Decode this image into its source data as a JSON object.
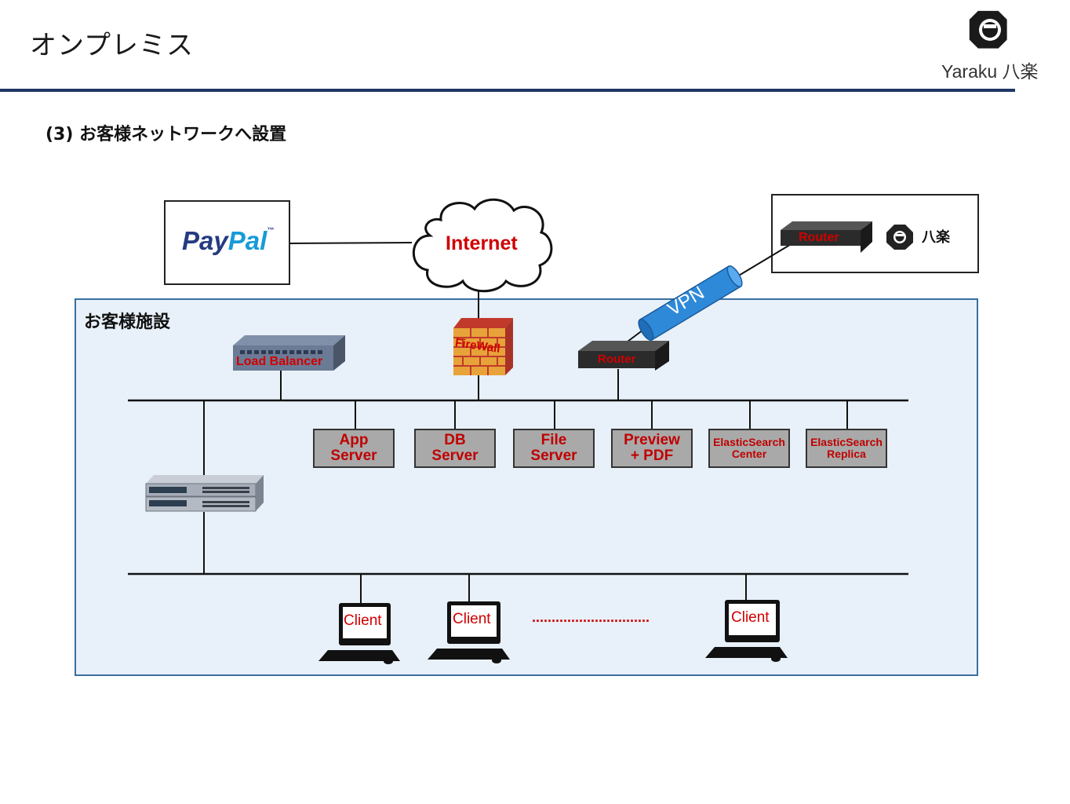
{
  "header": {
    "title": "オンプレミス",
    "logo_text": "Yaraku 八楽"
  },
  "subtitle": "(3) お客様ネットワークへ設置",
  "diagram": {
    "paypal": {
      "part1": "Pay",
      "part2": "Pal",
      "tm": "™"
    },
    "internet_label": "Internet",
    "hq": {
      "router_label": "Router",
      "company_label": "八楽"
    },
    "vpn_label": "VPN",
    "facility_label": "お客様施設",
    "load_balancer_label": "Load Balancer",
    "firewall_label": "FireWall",
    "router_label": "Router",
    "servers": [
      {
        "line1": "App",
        "line2": "Server"
      },
      {
        "line1": "DB",
        "line2": "Server"
      },
      {
        "line1": "File",
        "line2": "Server"
      },
      {
        "line1": "Preview",
        "line2": "+ PDF"
      },
      {
        "line1": "ElasticSearch",
        "line2": "Center"
      },
      {
        "line1": "ElasticSearch",
        "line2": "Replica"
      }
    ],
    "client_label": "Client",
    "ellipsis": "..............................",
    "colors": {
      "label_red": "#d00000",
      "facility_bg": "#e8f0f9",
      "facility_border": "#3a6fa0",
      "title_rule": "#1f3864",
      "vpn_tube": "#2e8ad8",
      "server_box": "#a9a9a9"
    }
  }
}
